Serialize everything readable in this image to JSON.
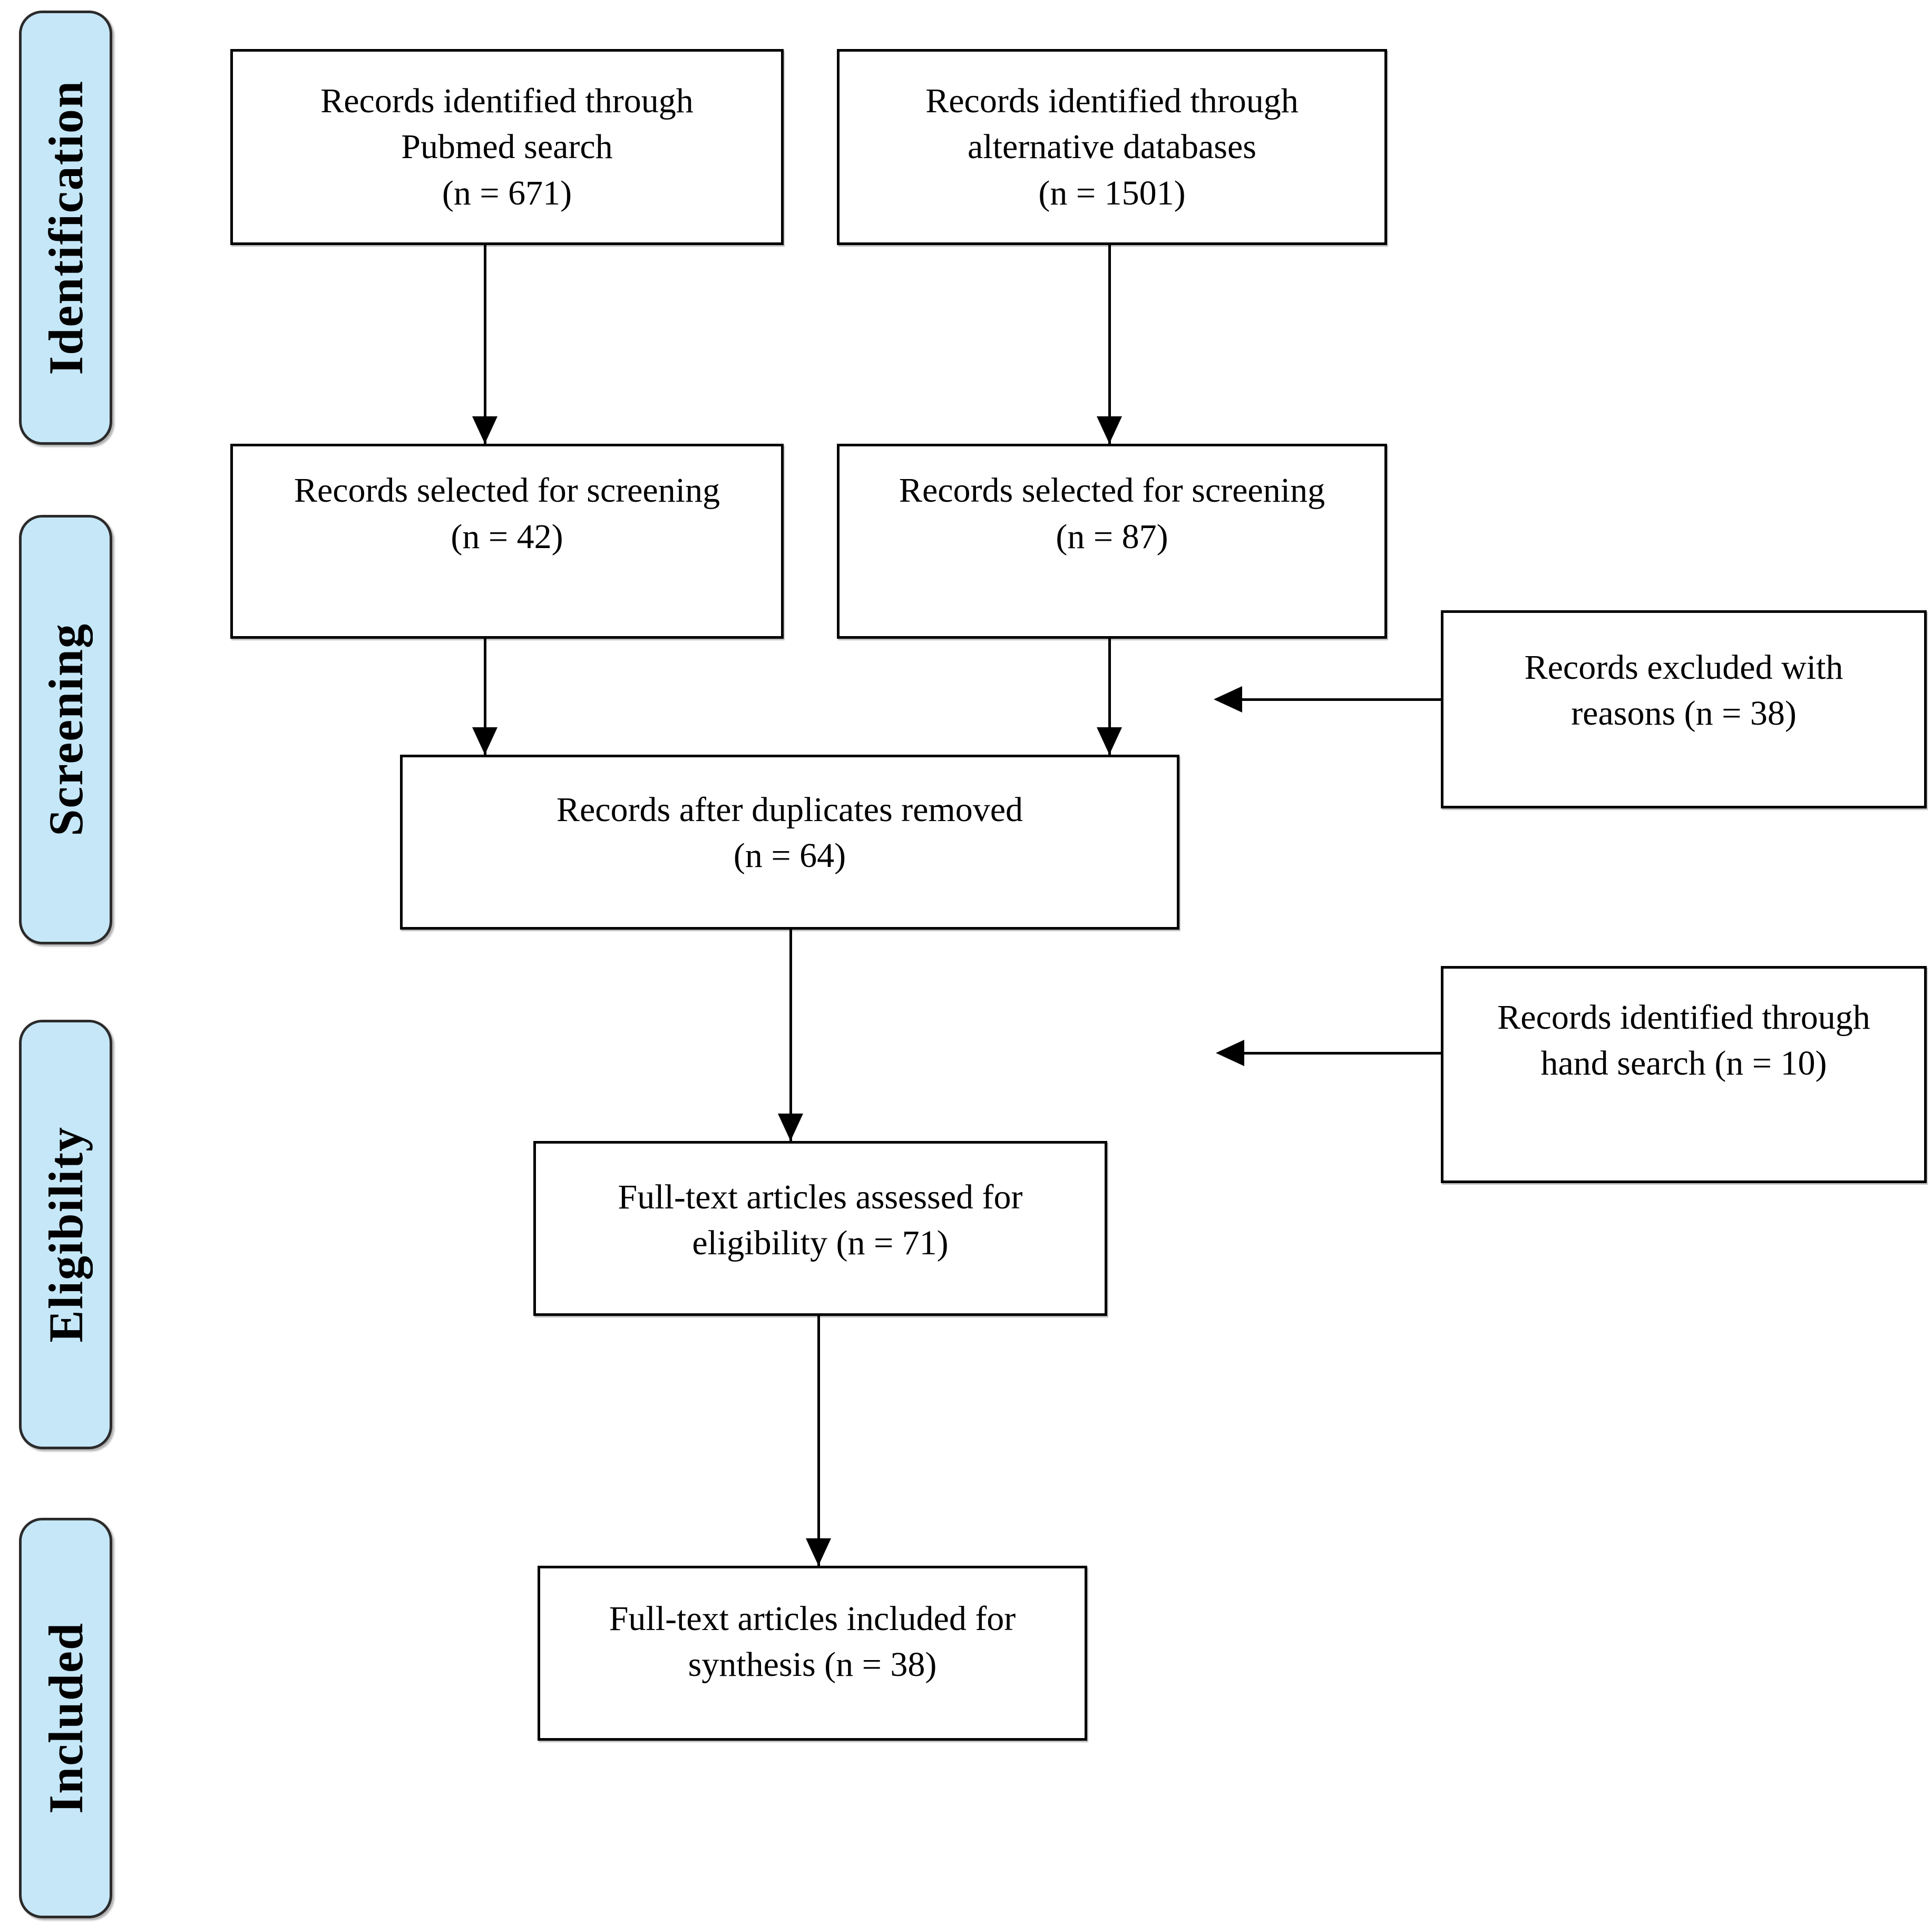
{
  "stages": [
    {
      "label": "Identification"
    },
    {
      "label": "Screening"
    },
    {
      "label": "Eligibility"
    },
    {
      "label": "Included"
    }
  ],
  "boxes": {
    "pubmed": {
      "lines": [
        "Records identified through",
        "Pubmed search",
        "(n = 671)"
      ]
    },
    "alt_db": {
      "lines": [
        "Records identified through",
        "alternative databases",
        "(n = 1501)"
      ]
    },
    "screen_pubmed": {
      "lines": [
        "Records selected for screening",
        "(n = 42)"
      ]
    },
    "screen_alt": {
      "lines": [
        "Records selected for screening",
        "(n = 87)"
      ]
    },
    "excluded": {
      "lines": [
        "Records excluded with",
        "reasons (n = 38)"
      ]
    },
    "duplicates": {
      "lines": [
        "Records after duplicates removed",
        "(n = 64)"
      ]
    },
    "hand_search": {
      "lines": [
        "Records identified through",
        "hand search (n = 10)"
      ]
    },
    "assessed": {
      "lines": [
        "Full-text articles assessed for",
        "eligibility (n = 71)"
      ]
    },
    "included": {
      "lines": [
        "Full-text articles included for",
        "synthesis (n = 38)"
      ]
    }
  },
  "colors": {
    "background": "#ffffff",
    "stage_fill": "#c5e7f8",
    "stage_border": "#2b2b2b",
    "box_border": "#000000",
    "arrow": "#000000",
    "text": "#000000"
  }
}
